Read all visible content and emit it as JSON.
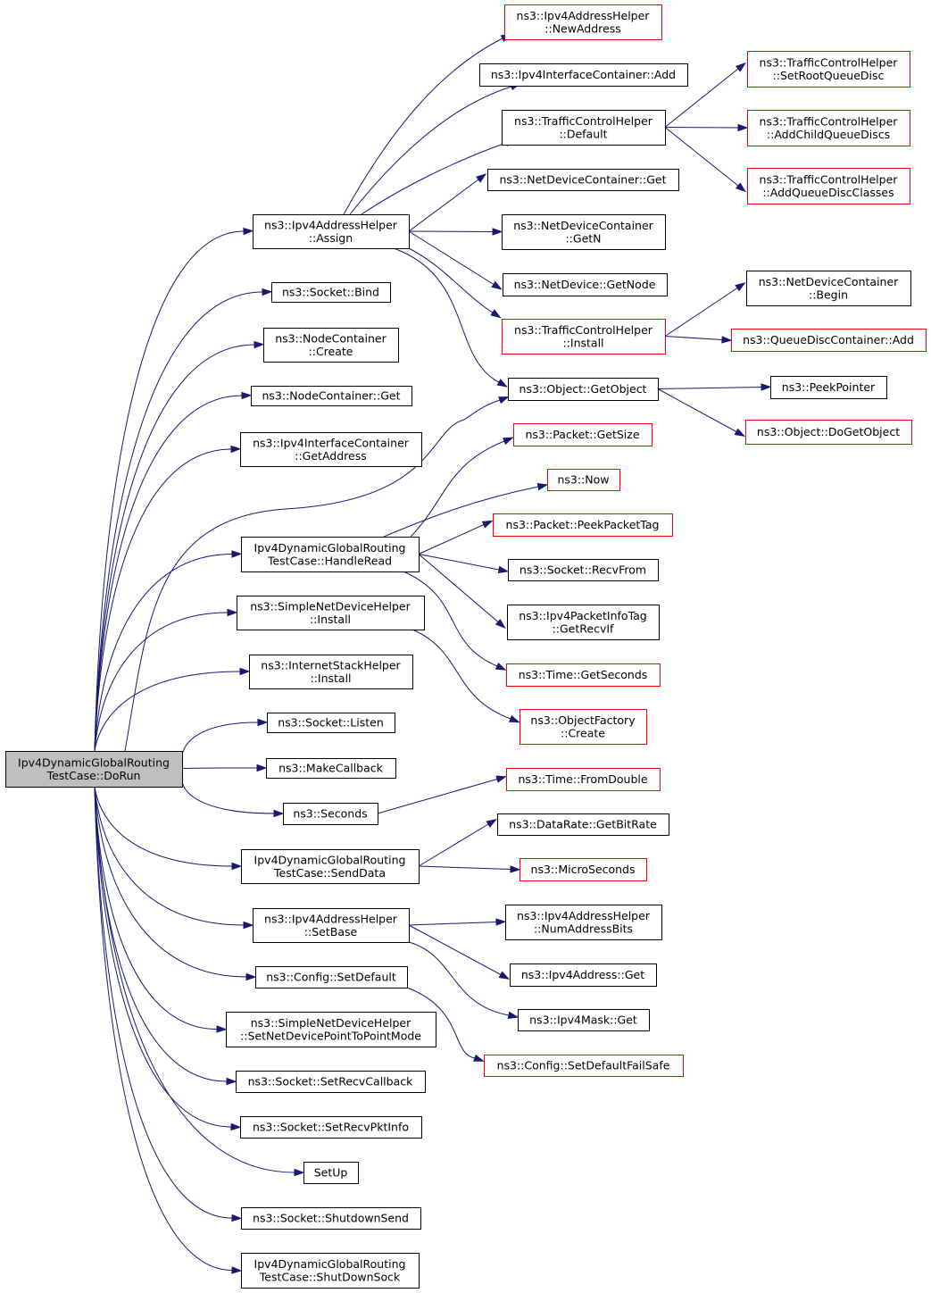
{
  "colors": {
    "edge": "#191970",
    "border_defined": "#000000",
    "border_external": "#ff0000",
    "root_fill": "#bfbfbf",
    "node_fill": "#ffffff"
  },
  "graph": {
    "root": "doRun",
    "nodes": [
      {
        "id": "doRun",
        "lines": [
          "Ipv4DynamicGlobalRouting",
          "TestCase::DoRun"
        ],
        "kind": "root"
      },
      {
        "id": "assign",
        "lines": [
          "ns3::Ipv4AddressHelper",
          "::Assign"
        ],
        "kind": "defined"
      },
      {
        "id": "bind",
        "lines": [
          "ns3::Socket::Bind"
        ],
        "kind": "defined"
      },
      {
        "id": "nodeCreate",
        "lines": [
          "ns3::NodeContainer",
          "::Create"
        ],
        "kind": "defined"
      },
      {
        "id": "nodeGet",
        "lines": [
          "ns3::NodeContainer::Get"
        ],
        "kind": "defined"
      },
      {
        "id": "ifGetAddress",
        "lines": [
          "ns3::Ipv4InterfaceContainer",
          "::GetAddress"
        ],
        "kind": "defined"
      },
      {
        "id": "handleRead",
        "lines": [
          "Ipv4DynamicGlobalRouting",
          "TestCase::HandleRead"
        ],
        "kind": "defined"
      },
      {
        "id": "sndhInstall",
        "lines": [
          "ns3::SimpleNetDeviceHelper",
          "::Install"
        ],
        "kind": "defined"
      },
      {
        "id": "ishInstall",
        "lines": [
          "ns3::InternetStackHelper",
          "::Install"
        ],
        "kind": "defined"
      },
      {
        "id": "listen",
        "lines": [
          "ns3::Socket::Listen"
        ],
        "kind": "defined"
      },
      {
        "id": "makeCallback",
        "lines": [
          "ns3::MakeCallback"
        ],
        "kind": "defined"
      },
      {
        "id": "seconds",
        "lines": [
          "ns3::Seconds"
        ],
        "kind": "defined"
      },
      {
        "id": "sendData",
        "lines": [
          "Ipv4DynamicGlobalRouting",
          "TestCase::SendData"
        ],
        "kind": "defined"
      },
      {
        "id": "setBase",
        "lines": [
          "ns3::Ipv4AddressHelper",
          "::SetBase"
        ],
        "kind": "defined"
      },
      {
        "id": "setDefault",
        "lines": [
          "ns3::Config::SetDefault"
        ],
        "kind": "defined"
      },
      {
        "id": "setP2P",
        "lines": [
          "ns3::SimpleNetDeviceHelper",
          "::SetNetDevicePointToPointMode"
        ],
        "kind": "defined"
      },
      {
        "id": "setRecvCallback",
        "lines": [
          "ns3::Socket::SetRecvCallback"
        ],
        "kind": "defined"
      },
      {
        "id": "setRecvPktInfo",
        "lines": [
          "ns3::Socket::SetRecvPktInfo"
        ],
        "kind": "defined"
      },
      {
        "id": "setUp",
        "lines": [
          "SetUp"
        ],
        "kind": "defined"
      },
      {
        "id": "shutdownSend",
        "lines": [
          "ns3::Socket::ShutdownSend"
        ],
        "kind": "defined"
      },
      {
        "id": "shutDownSock",
        "lines": [
          "Ipv4DynamicGlobalRouting",
          "TestCase::ShutDownSock"
        ],
        "kind": "defined"
      },
      {
        "id": "newAddress",
        "lines": [
          "ns3::Ipv4AddressHelper",
          "::NewAddress"
        ],
        "kind": "external"
      },
      {
        "id": "ifcAdd",
        "lines": [
          "ns3::Ipv4InterfaceContainer::Add"
        ],
        "kind": "defined"
      },
      {
        "id": "tchDefault",
        "lines": [
          "ns3::TrafficControlHelper",
          "::Default"
        ],
        "kind": "defined"
      },
      {
        "id": "ndcGet",
        "lines": [
          "ns3::NetDeviceContainer::Get"
        ],
        "kind": "defined"
      },
      {
        "id": "ndcGetN",
        "lines": [
          "ns3::NetDeviceContainer",
          "::GetN"
        ],
        "kind": "defined"
      },
      {
        "id": "ndGetNode",
        "lines": [
          "ns3::NetDevice::GetNode"
        ],
        "kind": "defined"
      },
      {
        "id": "tchInstall",
        "lines": [
          "ns3::TrafficControlHelper",
          "::Install"
        ],
        "kind": "external"
      },
      {
        "id": "getObject",
        "lines": [
          "ns3::Object::GetObject"
        ],
        "kind": "defined"
      },
      {
        "id": "pktGetSize",
        "lines": [
          "ns3::Packet::GetSize"
        ],
        "kind": "external"
      },
      {
        "id": "now",
        "lines": [
          "ns3::Now"
        ],
        "kind": "external"
      },
      {
        "id": "peekPacketTag",
        "lines": [
          "ns3::Packet::PeekPacketTag"
        ],
        "kind": "external"
      },
      {
        "id": "recvFrom",
        "lines": [
          "ns3::Socket::RecvFrom"
        ],
        "kind": "defined"
      },
      {
        "id": "getRecvIf",
        "lines": [
          "ns3::Ipv4PacketInfoTag",
          "::GetRecvIf"
        ],
        "kind": "defined"
      },
      {
        "id": "timeGetSeconds",
        "lines": [
          "ns3::Time::GetSeconds"
        ],
        "kind": "external"
      },
      {
        "id": "ofCreate",
        "lines": [
          "ns3::ObjectFactory",
          "::Create"
        ],
        "kind": "external"
      },
      {
        "id": "fromDouble",
        "lines": [
          "ns3::Time::FromDouble"
        ],
        "kind": "external"
      },
      {
        "id": "getBitRate",
        "lines": [
          "ns3::DataRate::GetBitRate"
        ],
        "kind": "defined"
      },
      {
        "id": "microSeconds",
        "lines": [
          "ns3::MicroSeconds"
        ],
        "kind": "external"
      },
      {
        "id": "numAddressBits",
        "lines": [
          "ns3::Ipv4AddressHelper",
          "::NumAddressBits"
        ],
        "kind": "defined"
      },
      {
        "id": "ipv4AddrGet",
        "lines": [
          "ns3::Ipv4Address::Get"
        ],
        "kind": "defined"
      },
      {
        "id": "ipv4MaskGet",
        "lines": [
          "ns3::Ipv4Mask::Get"
        ],
        "kind": "defined"
      },
      {
        "id": "setDefaultFailSafe",
        "lines": [
          "ns3::Config::SetDefaultFailSafe"
        ],
        "kind": "external"
      },
      {
        "id": "setRootQueueDisc",
        "lines": [
          "ns3::TrafficControlHelper",
          "::SetRootQueueDisc"
        ],
        "kind": "external"
      },
      {
        "id": "addChildQueueDiscs",
        "lines": [
          "ns3::TrafficControlHelper",
          "::AddChildQueueDiscs"
        ],
        "kind": "external"
      },
      {
        "id": "addQueueDiscClasses",
        "lines": [
          "ns3::TrafficControlHelper",
          "::AddQueueDiscClasses"
        ],
        "kind": "external"
      },
      {
        "id": "ndcBegin",
        "lines": [
          "ns3::NetDeviceContainer",
          "::Begin"
        ],
        "kind": "defined"
      },
      {
        "id": "qdcAdd",
        "lines": [
          "ns3::QueueDiscContainer::Add"
        ],
        "kind": "external"
      },
      {
        "id": "peekPointer",
        "lines": [
          "ns3::PeekPointer"
        ],
        "kind": "defined"
      },
      {
        "id": "doGetObject",
        "lines": [
          "ns3::Object::DoGetObject"
        ],
        "kind": "external"
      }
    ],
    "edges": [
      [
        "doRun",
        "assign"
      ],
      [
        "doRun",
        "bind"
      ],
      [
        "doRun",
        "nodeCreate"
      ],
      [
        "doRun",
        "nodeGet"
      ],
      [
        "doRun",
        "ifGetAddress"
      ],
      [
        "doRun",
        "getObject"
      ],
      [
        "doRun",
        "handleRead"
      ],
      [
        "doRun",
        "sndhInstall"
      ],
      [
        "doRun",
        "ishInstall"
      ],
      [
        "doRun",
        "listen"
      ],
      [
        "doRun",
        "makeCallback"
      ],
      [
        "doRun",
        "seconds"
      ],
      [
        "doRun",
        "sendData"
      ],
      [
        "doRun",
        "setBase"
      ],
      [
        "doRun",
        "setDefault"
      ],
      [
        "doRun",
        "setP2P"
      ],
      [
        "doRun",
        "setRecvCallback"
      ],
      [
        "doRun",
        "setRecvPktInfo"
      ],
      [
        "doRun",
        "setUp"
      ],
      [
        "doRun",
        "shutdownSend"
      ],
      [
        "doRun",
        "shutDownSock"
      ],
      [
        "assign",
        "newAddress"
      ],
      [
        "assign",
        "ifcAdd"
      ],
      [
        "assign",
        "tchDefault"
      ],
      [
        "assign",
        "ndcGet"
      ],
      [
        "assign",
        "ndcGetN"
      ],
      [
        "assign",
        "ndGetNode"
      ],
      [
        "assign",
        "tchInstall"
      ],
      [
        "assign",
        "getObject"
      ],
      [
        "tchDefault",
        "setRootQueueDisc"
      ],
      [
        "tchDefault",
        "addChildQueueDiscs"
      ],
      [
        "tchDefault",
        "addQueueDiscClasses"
      ],
      [
        "tchInstall",
        "ndcBegin"
      ],
      [
        "tchInstall",
        "qdcAdd"
      ],
      [
        "getObject",
        "peekPointer"
      ],
      [
        "getObject",
        "doGetObject"
      ],
      [
        "handleRead",
        "pktGetSize"
      ],
      [
        "handleRead",
        "now"
      ],
      [
        "handleRead",
        "peekPacketTag"
      ],
      [
        "handleRead",
        "recvFrom"
      ],
      [
        "handleRead",
        "getRecvIf"
      ],
      [
        "handleRead",
        "timeGetSeconds"
      ],
      [
        "sndhInstall",
        "ofCreate"
      ],
      [
        "seconds",
        "fromDouble"
      ],
      [
        "sendData",
        "getBitRate"
      ],
      [
        "sendData",
        "microSeconds"
      ],
      [
        "setBase",
        "numAddressBits"
      ],
      [
        "setBase",
        "ipv4AddrGet"
      ],
      [
        "setBase",
        "ipv4MaskGet"
      ],
      [
        "setDefault",
        "setDefaultFailSafe"
      ]
    ]
  }
}
